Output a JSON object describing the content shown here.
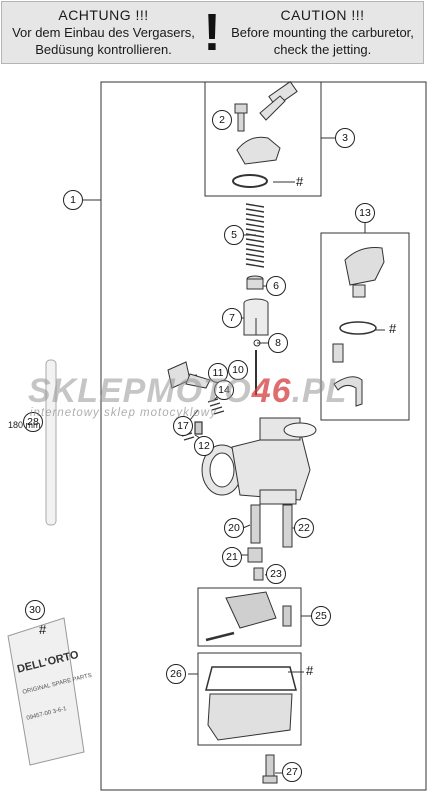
{
  "warning": {
    "de_title": "ACHTUNG !!!",
    "de_line1": "Vor dem Einbau des Vergasers,",
    "de_line2": "Bedüsung kontrollieren.",
    "symbol": "!",
    "en_title": "CAUTION !!!",
    "en_line1": "Before mounting the carburetor,",
    "en_line2": "check the jetting."
  },
  "callouts": [
    "1",
    "2",
    "3",
    "5",
    "6",
    "7",
    "8",
    "10",
    "11",
    "12",
    "13",
    "14",
    "17",
    "20",
    "21",
    "22",
    "23",
    "25",
    "26",
    "27",
    "28",
    "30"
  ],
  "hash_marks": [
    "#",
    "#",
    "#",
    "#"
  ],
  "dimension_label": "180 mm",
  "packet_text": {
    "brand": "DELL'ORTO",
    "small": "ORIGINAL SPARE PARTS",
    "code": "09457-00  3-6-1"
  },
  "watermark": {
    "brand_a": "SKLEPMOTO",
    "brand_b": "46",
    "brand_c": ".PL",
    "tagline": "internetowy sklep motocyklowy"
  }
}
